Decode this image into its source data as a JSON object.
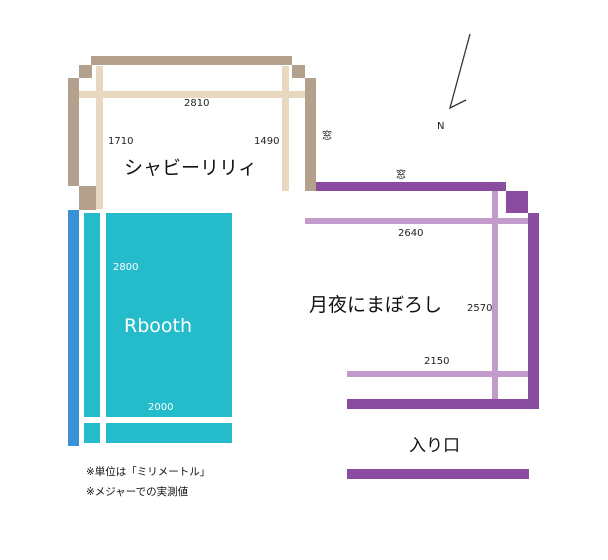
{
  "colors": {
    "beige_dark": "#b3a18e",
    "beige_light": "#e8d8bf",
    "purple_dark": "#8a4c9e",
    "purple_light": "#c29bcc",
    "teal": "#24bccb",
    "blue": "#3a92d6",
    "compass_line": "#333333"
  },
  "compass": {
    "label": "N"
  },
  "shabby": {
    "name": "シャビーリリィ",
    "width": "2810",
    "left_depth": "1710",
    "right_depth": "1490",
    "window": "窓"
  },
  "tsukiyo": {
    "name": "月夜にまぼろし",
    "top_width": "2640",
    "depth": "2570",
    "inner_width": "2150",
    "window": "窓"
  },
  "rbooth": {
    "name": "Rbooth",
    "depth": "2800",
    "width": "2000"
  },
  "entrance": {
    "label": "入り口"
  },
  "notes": {
    "unit": "※単位は「ミリメートル」",
    "measured": "※メジャーでの実測値"
  }
}
